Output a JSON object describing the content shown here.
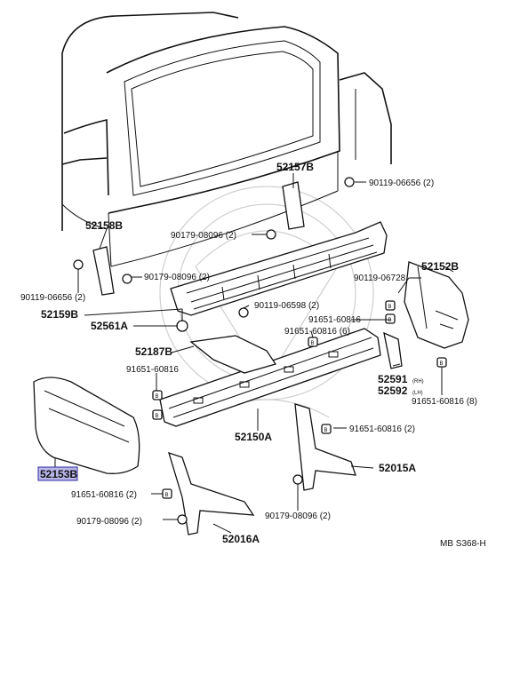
{
  "labels": {
    "p52157B": "52157B",
    "p90119_06656_top": "90119-06656 (2)",
    "p52158B": "52158B",
    "p90179_08096_a": "90179-08096 (2)",
    "p90179_08096_b": "90179-08096 (2)",
    "p90119_06656_left": "90119-06656 (2)",
    "p52152B": "52152B",
    "p90119_06728": "90119-06728",
    "p52159B": "52159B",
    "p90119_06598": "90119-06598 (2)",
    "p91651_60816_a": "91651-60816",
    "p91651_60816_b": "91651-60816 (6)",
    "p52561A": "52561A",
    "p52187B": "52187B",
    "p91651_60816_left": "91651-60816",
    "p52591": "52591",
    "p52591_side": "(RH)",
    "p52592": "52592",
    "p52592_side": "(LH)",
    "p91651_60816_8": "91651-60816 (8)",
    "p52150A": "52150A",
    "p91651_60816_right": "91651-60816 (2)",
    "p52153B": "52153B",
    "p52015A": "52015A",
    "p91651_60816_bl": "91651-60816 (2)",
    "p90179_08096_c": "90179-08096 (2)",
    "p90179_08096_d": "90179-08096 (2)",
    "p52016A": "52016A",
    "ref_code": "MB S368-H",
    "bolt_mark": "B"
  },
  "colors": {
    "highlight_fill": "#b9b6e8",
    "highlight_border": "#2f2aa0",
    "line": "#111111"
  },
  "selected_part": "52153B"
}
